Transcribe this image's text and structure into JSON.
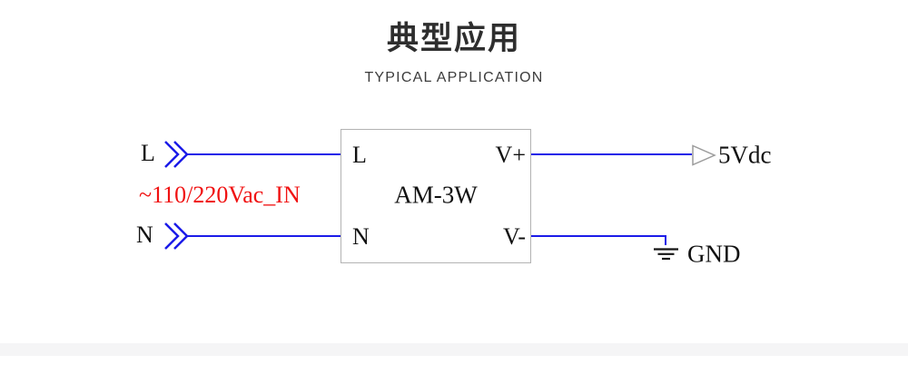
{
  "header": {
    "title_cn": "典型应用",
    "title_en": "TYPICAL APPLICATION"
  },
  "diagram": {
    "input": {
      "line_label": "L",
      "neutral_label": "N",
      "source_label": "~110/220Vac_IN"
    },
    "module": {
      "name": "AM-3W",
      "pin_line": "L",
      "pin_neutral": "N",
      "pin_vplus": "V+",
      "pin_vminus": "V-"
    },
    "output": {
      "vout_label": "5Vdc",
      "gnd_label": "GND"
    },
    "colors": {
      "wire": "#1b1be8",
      "input_text": "#f01111",
      "box_border": "#b3b3b3",
      "arrow_outline": "#9c9c9c",
      "ground": "#151515",
      "bottom_bar": "#f5f5f6"
    }
  }
}
